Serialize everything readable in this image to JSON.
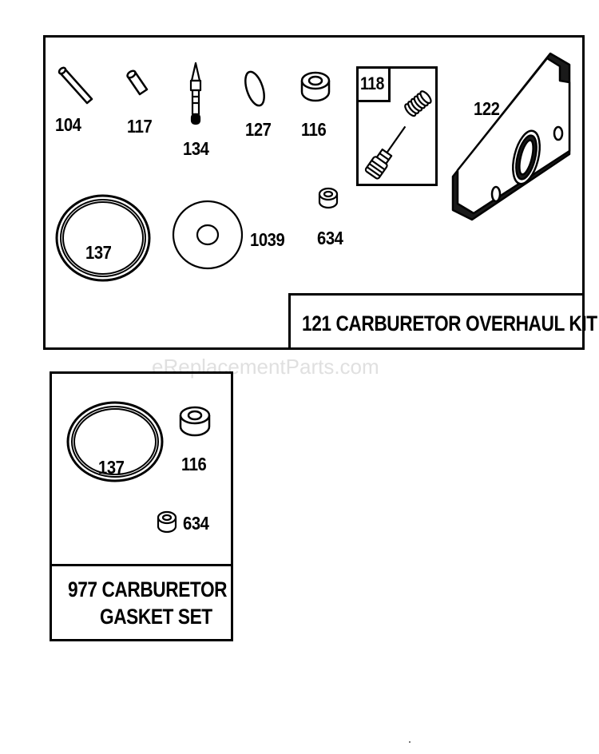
{
  "watermark": "eReplacementParts.com",
  "overhaul_kit": {
    "title": "121 CARBURETOR OVERHAUL KIT",
    "sub_kit_label": "118",
    "part_labels": {
      "p104": "104",
      "p117": "117",
      "p134": "134",
      "p127": "127",
      "p116": "116",
      "p122": "122",
      "p137": "137",
      "p1039": "1039",
      "p634": "634"
    }
  },
  "gasket_set": {
    "title_line1": "977 CARBURETOR",
    "title_line2": "GASKET SET",
    "part_labels": {
      "p137": "137",
      "p116": "116",
      "p634": "634"
    }
  }
}
